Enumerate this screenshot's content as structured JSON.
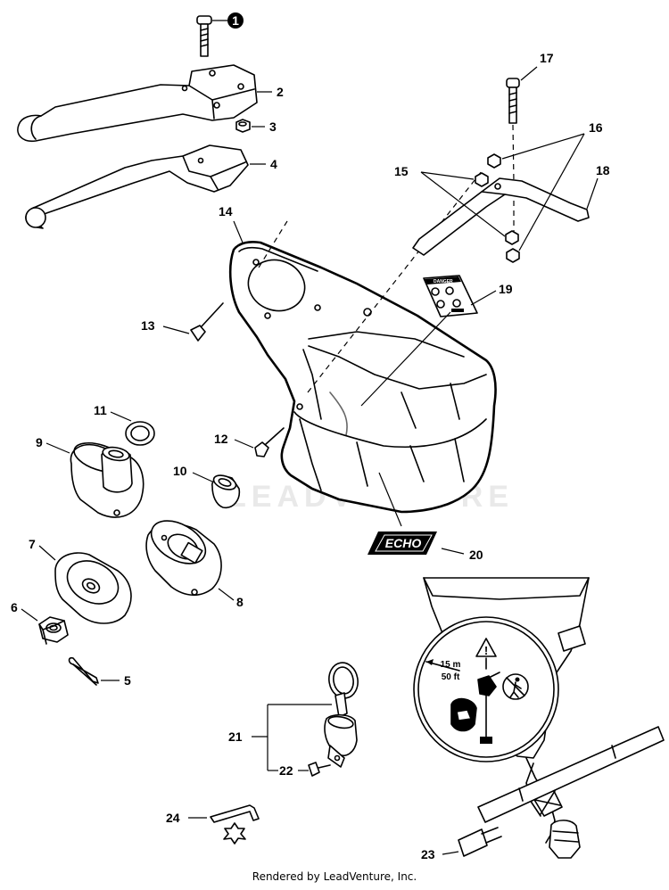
{
  "diagram": {
    "callouts": {
      "c1": "1",
      "c2": "2",
      "c3": "3",
      "c4": "4",
      "c5": "5",
      "c6": "6",
      "c7": "7",
      "c8": "8",
      "c9": "9",
      "c10": "10",
      "c11": "11",
      "c12": "12",
      "c13": "13",
      "c14": "14",
      "c15": "15",
      "c16": "16",
      "c17": "17",
      "c18": "18",
      "c19": "19",
      "c20": "20",
      "c21": "21",
      "c22": "22",
      "c23": "23",
      "c24": "24"
    },
    "decal_logo_text": "ECHO",
    "warning_distance_metric": "15 m",
    "warning_distance_imperial": "50 ft",
    "danger_label_text": "DANGER",
    "watermark_text": "LEADVENTURE"
  },
  "footer": {
    "text": "Rendered by LeadVenture, Inc."
  },
  "colors": {
    "line": "#000000",
    "background": "#ffffff",
    "watermark": "#e9e9e9"
  }
}
